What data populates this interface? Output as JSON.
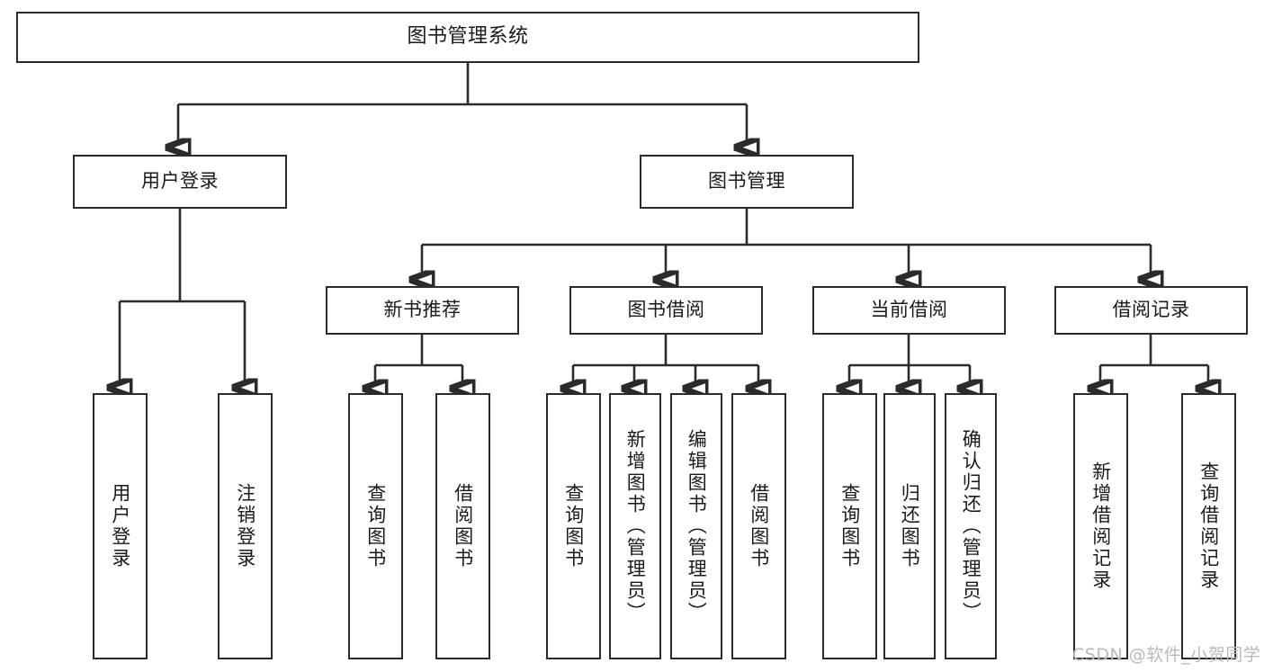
{
  "diagram": {
    "title": "图书管理系统",
    "type": "tree-hierarchy-chart",
    "watermark": "CSDN @软件_小贺同学",
    "accent_color": "#2b2b2b",
    "background_color": "#ffffff",
    "root": {
      "label": "图书管理系统"
    },
    "level2": [
      {
        "label": "用户登录"
      },
      {
        "label": "图书管理"
      }
    ],
    "level3": [
      {
        "label": "新书推荐"
      },
      {
        "label": "图书借阅"
      },
      {
        "label": "当前借阅"
      },
      {
        "label": "借阅记录"
      }
    ],
    "leaves": {
      "user_login": [
        {
          "label": "用户登录"
        },
        {
          "label": "注销登录"
        }
      ],
      "new_book_recommend": [
        {
          "label": "查询图书"
        },
        {
          "label": "借阅图书"
        }
      ],
      "book_borrow": [
        {
          "label": "查询图书"
        },
        {
          "label": "新增图书（管理员）"
        },
        {
          "label": "编辑图书（管理员）"
        },
        {
          "label": "借阅图书"
        }
      ],
      "current_borrow": [
        {
          "label": "查询图书"
        },
        {
          "label": "归还图书"
        },
        {
          "label": "确认归还（管理员）"
        }
      ],
      "borrow_record": [
        {
          "label": "新增借阅记录"
        },
        {
          "label": "查询借阅记录"
        }
      ]
    }
  }
}
